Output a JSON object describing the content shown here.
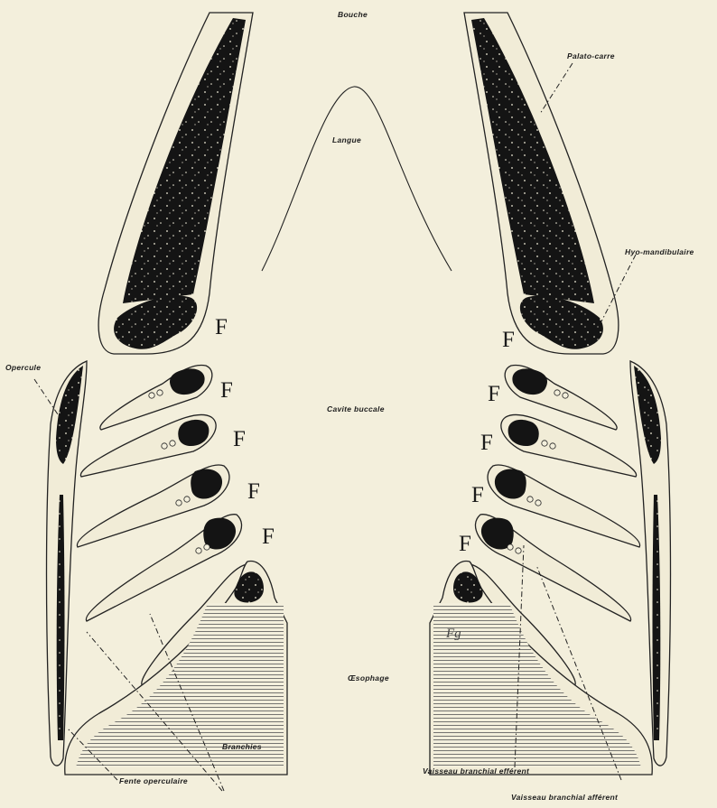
{
  "labels": {
    "bouche": "Bouche",
    "palato_carre": "Palato-carre",
    "langue": "Langue",
    "hyo_mandibulaire": "Hyo-mandibulaire",
    "opercule": "Opercule",
    "cavite_buccale": "Cavite buccale",
    "oesophage": "Œsophage",
    "branchies": "Branchies",
    "fente_operculaire": "Fente operculaire",
    "vaisseau_efferent": "Vaisseau branchial efférent",
    "vaisseau_afferent": "Vaisseau branchial afférent"
  },
  "marks": {
    "fente": "F",
    "fente_count_per_side": 5
  },
  "signature": "Fg",
  "colors": {
    "paper": "#f3efdc",
    "ink": "#141414",
    "line": "#222222"
  }
}
